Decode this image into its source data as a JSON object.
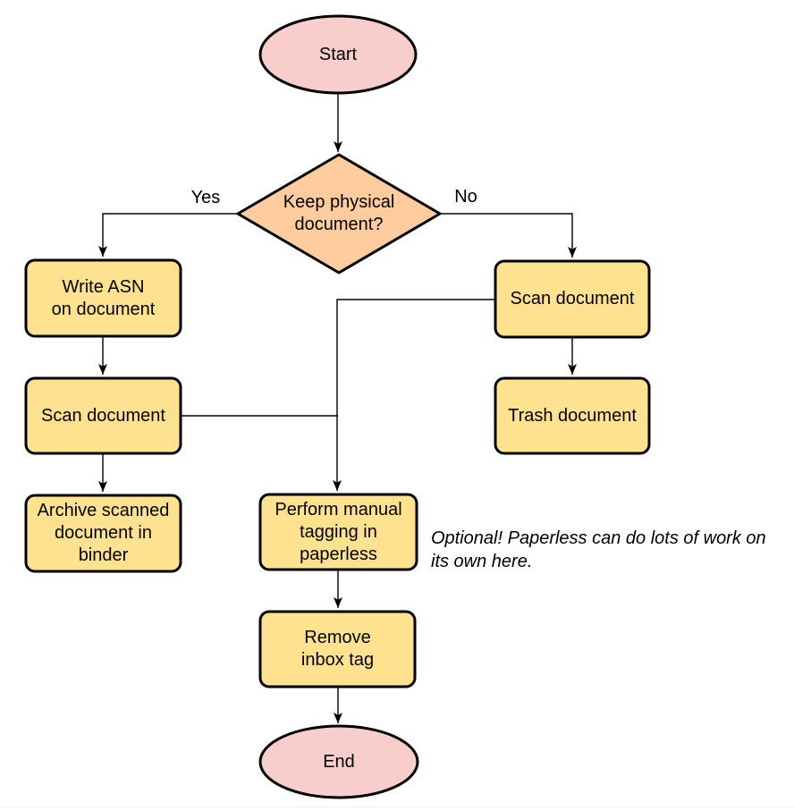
{
  "diagram": {
    "nodes": {
      "start": {
        "label": "Start",
        "shape": "terminator"
      },
      "decision": {
        "label": "Keep physical\ndocument?",
        "shape": "decision"
      },
      "write_asn": {
        "label": "Write ASN\non document",
        "shape": "process"
      },
      "scan_left": {
        "label": "Scan document",
        "shape": "process"
      },
      "archive": {
        "label": "Archive scanned\ndocument in\nbinder",
        "shape": "process"
      },
      "scan_right": {
        "label": "Scan document",
        "shape": "process"
      },
      "trash": {
        "label": "Trash document",
        "shape": "process"
      },
      "tagging": {
        "label": "Perform manual\ntagging in\npaperless",
        "shape": "process"
      },
      "remove_inbox": {
        "label": "Remove\ninbox tag",
        "shape": "process"
      },
      "end": {
        "label": "End",
        "shape": "terminator"
      }
    },
    "edge_labels": {
      "yes": "Yes",
      "no": "No"
    },
    "annotation": "Optional! Paperless can do lots of work on\nits own here.",
    "colors": {
      "terminator_fill": "#f8cecc",
      "decision_fill": "#ffcc9e",
      "process_fill": "#ffe28f",
      "stroke": "#000000",
      "edge": "#000000",
      "text": "#000000"
    }
  }
}
